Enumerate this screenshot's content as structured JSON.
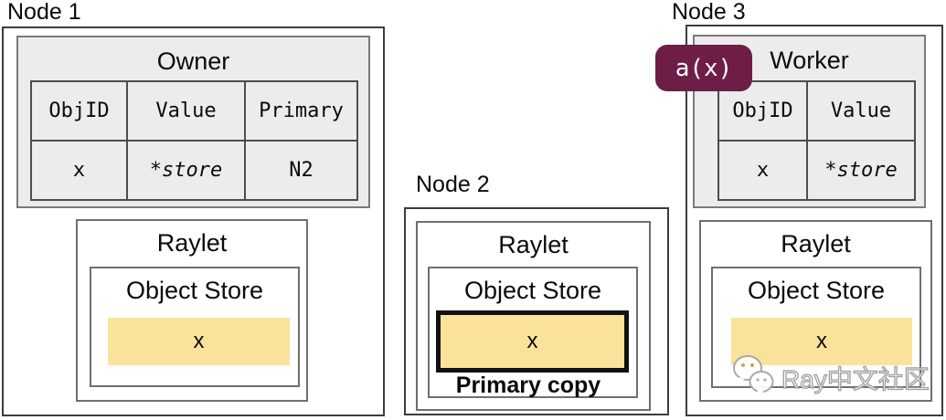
{
  "colors": {
    "object_yellow": "#fbe29b",
    "badge_maroon": "#6e1e46",
    "panel_gray": "#ececec",
    "primary_copy_border": "#111111"
  },
  "nodes": [
    {
      "label": "Node 1",
      "owner_table": {
        "title": "Owner",
        "headers": [
          "ObjID",
          "Value",
          "Primary"
        ],
        "row": [
          "x",
          "*store",
          "N2"
        ]
      },
      "raylet": {
        "title": "Raylet",
        "object_store": {
          "title": "Object Store",
          "object": "x"
        }
      }
    },
    {
      "label": "Node 2",
      "raylet": {
        "title": "Raylet",
        "object_store": {
          "title": "Object Store",
          "object": "x",
          "primary_label": "Primary copy"
        }
      }
    },
    {
      "label": "Node 3",
      "task_badge": "a(x)",
      "worker_table": {
        "title": "Worker",
        "headers": [
          "ObjID",
          "Value"
        ],
        "row": [
          "x",
          "*store"
        ]
      },
      "raylet": {
        "title": "Raylet",
        "object_store": {
          "title": "Object Store",
          "object": "x"
        }
      }
    }
  ],
  "watermark": {
    "icon": "wechat-icon",
    "text": "Ray中文社区"
  }
}
